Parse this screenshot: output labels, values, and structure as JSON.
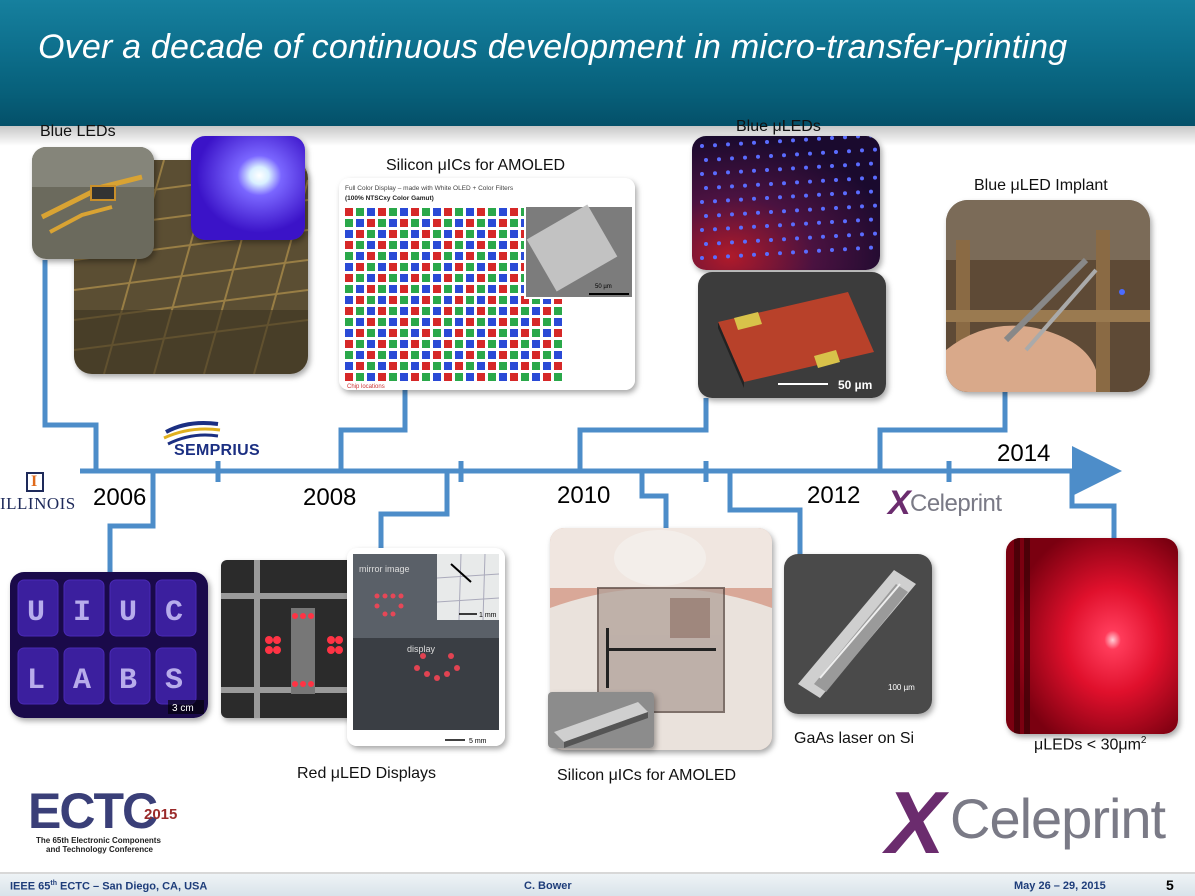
{
  "slide": {
    "title": "Over a decade of continuous development in micro-transfer-printing",
    "page_number": "5"
  },
  "labels": {
    "blue_leds": "Blue LEDs",
    "silicon_uics_top": "Silicon μICs for AMOLED",
    "blue_uleds": "Blue μLEDs",
    "blue_uled_implant": "Blue μLED Implant",
    "red_uled_displays": "Red μLED Displays",
    "silicon_uics_bottom": "Silicon μICs for AMOLED",
    "gaas_laser": "GaAs laser on Si",
    "uleds_small": "μLEDs < 30μm",
    "uleds_small_sup": "2"
  },
  "timeline": {
    "years": [
      "2006",
      "2008",
      "2010",
      "2012",
      "2014"
    ]
  },
  "image_text": {
    "full_color_caption_line1": "Full Color Display – made with White OLED + Color Filters",
    "full_color_caption_line2": "(100% NTSCxy Color Gamut)",
    "scale_50um_top": "50 µm",
    "chip_location": "Chip locations",
    "scale_50um": "50 µm",
    "scale_3cm": "3 cm",
    "mirror_image": "mirror image",
    "display": "display",
    "scale_1mm": "1 mm",
    "scale_5mm": "5 mm",
    "scale_100um": "100 µm"
  },
  "logos": {
    "illinois": "ILLINOIS",
    "semprius": "SEMPRIUS",
    "xceleprint_small_x": "X",
    "xceleprint_small_rest": "Celeprint",
    "xceleprint_big_x": "X",
    "xceleprint_big_rest": "Celeprint",
    "ectc_main": "ECTC",
    "ectc_year": "2015",
    "ectc_sub_line1": "The 65th Electronic Components",
    "ectc_sub_line2": "and Technology Conference"
  },
  "footer": {
    "conference_prefix": "IEEE 65",
    "conference_sup": "th",
    "conference_suffix": " ECTC – San Diego, CA, USA",
    "author": "C. Bower",
    "dates": "May 26 – 29, 2015"
  },
  "colors": {
    "header_blue": "#0d6f8c",
    "timeline_blue": "#4d8dc9",
    "brand_purple": "#6b2c6e"
  }
}
